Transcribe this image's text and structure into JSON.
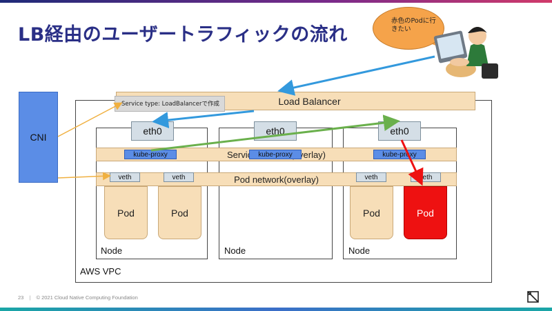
{
  "title": "LB経由のユーザートラフィックの流れ",
  "bubble": "赤色のPodに行きたい",
  "cni": "CNI",
  "load_balancer": "Load Balancer",
  "service_type_note": "Service type: LoadBalancerで作成",
  "service_band": "Service network(overlay)",
  "pod_band": "Pod network(overlay)",
  "eth": "eth0",
  "kube_proxy": "kube-proxy",
  "veth": "veth",
  "pod": "Pod",
  "node": "Node",
  "vpc": "AWS VPC",
  "footer": {
    "page": "23",
    "copyright": "© 2021 Cloud Native Computing Foundation"
  },
  "colors": {
    "title": "#2a2f86",
    "blue_arrow": "#3399dd",
    "green_arrow": "#6ab04c",
    "red_arrow": "#ee1111",
    "orange_arrow": "#f0b040",
    "band": "#f7deb8",
    "cni": "#5b8de6"
  }
}
